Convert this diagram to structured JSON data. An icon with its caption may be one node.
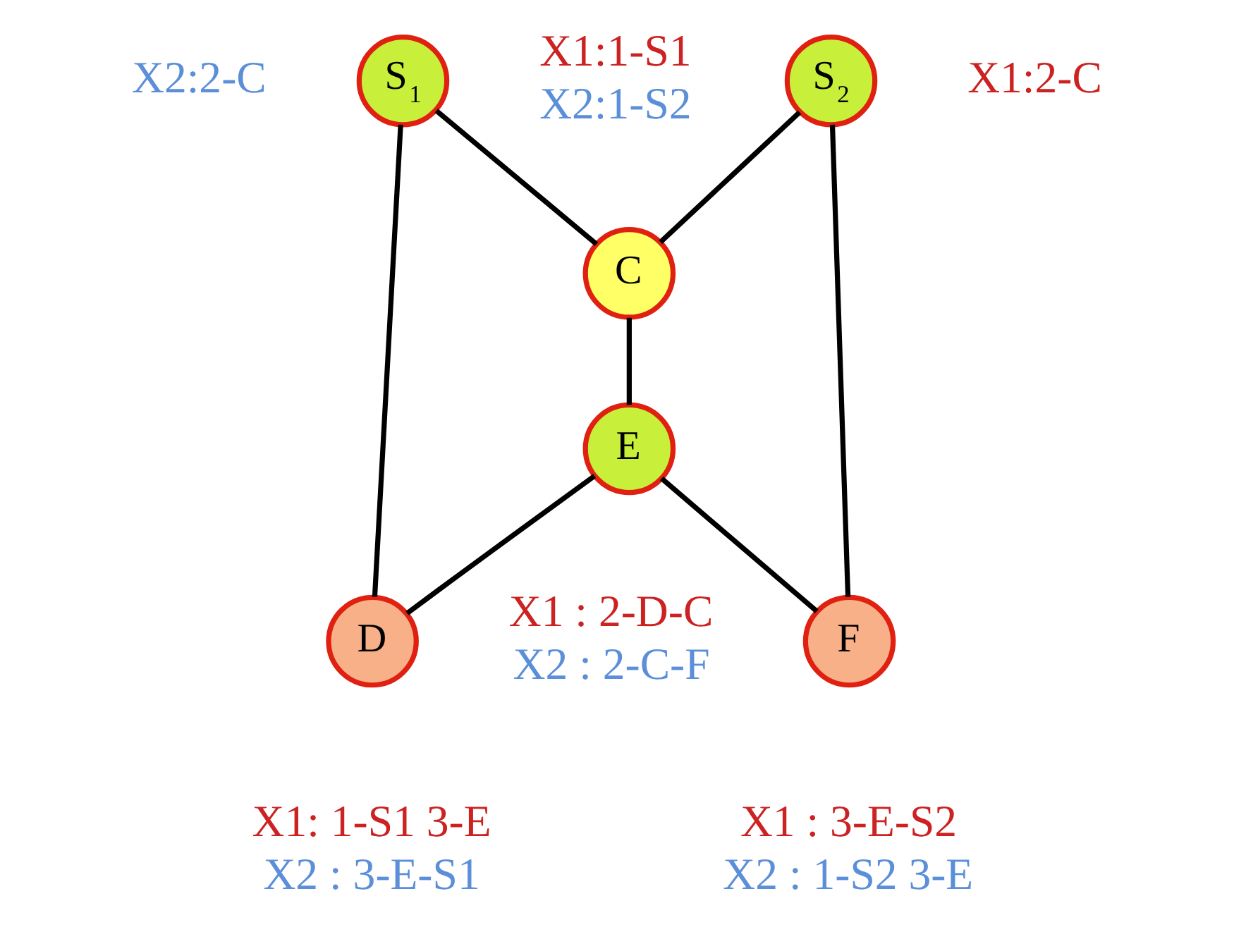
{
  "diagram": {
    "nodes": [
      {
        "text": [
          "S$_{1}$"
        ],
        "beside": [
          "X2:2-C"
        ]
      },
      {
        "text": [
          "S$_{2}$"
        ],
        "beside": [
          "X1:2-C"
        ]
      },
      {
        "text": [
          "C"
        ],
        "beside": [
          "X1:1-S1",
          "X2:1-S2"
        ]
      },
      {
        "text": [
          "E"
        ],
        "beside": [
          "X1 : 2-D-C",
          "X2 : 2-C-F"
        ]
      },
      {
        "text": [
          "D"
        ],
        "beside": [
          "X1: 1-S1 3-E",
          "X2 : 3-E-S1"
        ]
      },
      {
        "text": [
          "F"
        ],
        "beside": [
          "X1 : 3-E-S2",
          "X2 : 1-S2 3-E"
        ]
      }
    ],
    "edges": [
      {
        "from": 0,
        "to": 2,
        "arrow": "none"
      },
      {
        "from": 1,
        "to": 2,
        "arrow": "none"
      },
      {
        "from": 0,
        "to": 4,
        "arrow": "none"
      },
      {
        "from": 2,
        "to": 3,
        "arrow": "none"
      },
      {
        "from": 3,
        "to": 4,
        "arrow": "none"
      },
      {
        "from": 3,
        "to": 5,
        "arrow": "none"
      },
      {
        "from": 1,
        "to": 5,
        "arrow": "none"
      }
    ]
  }
}
